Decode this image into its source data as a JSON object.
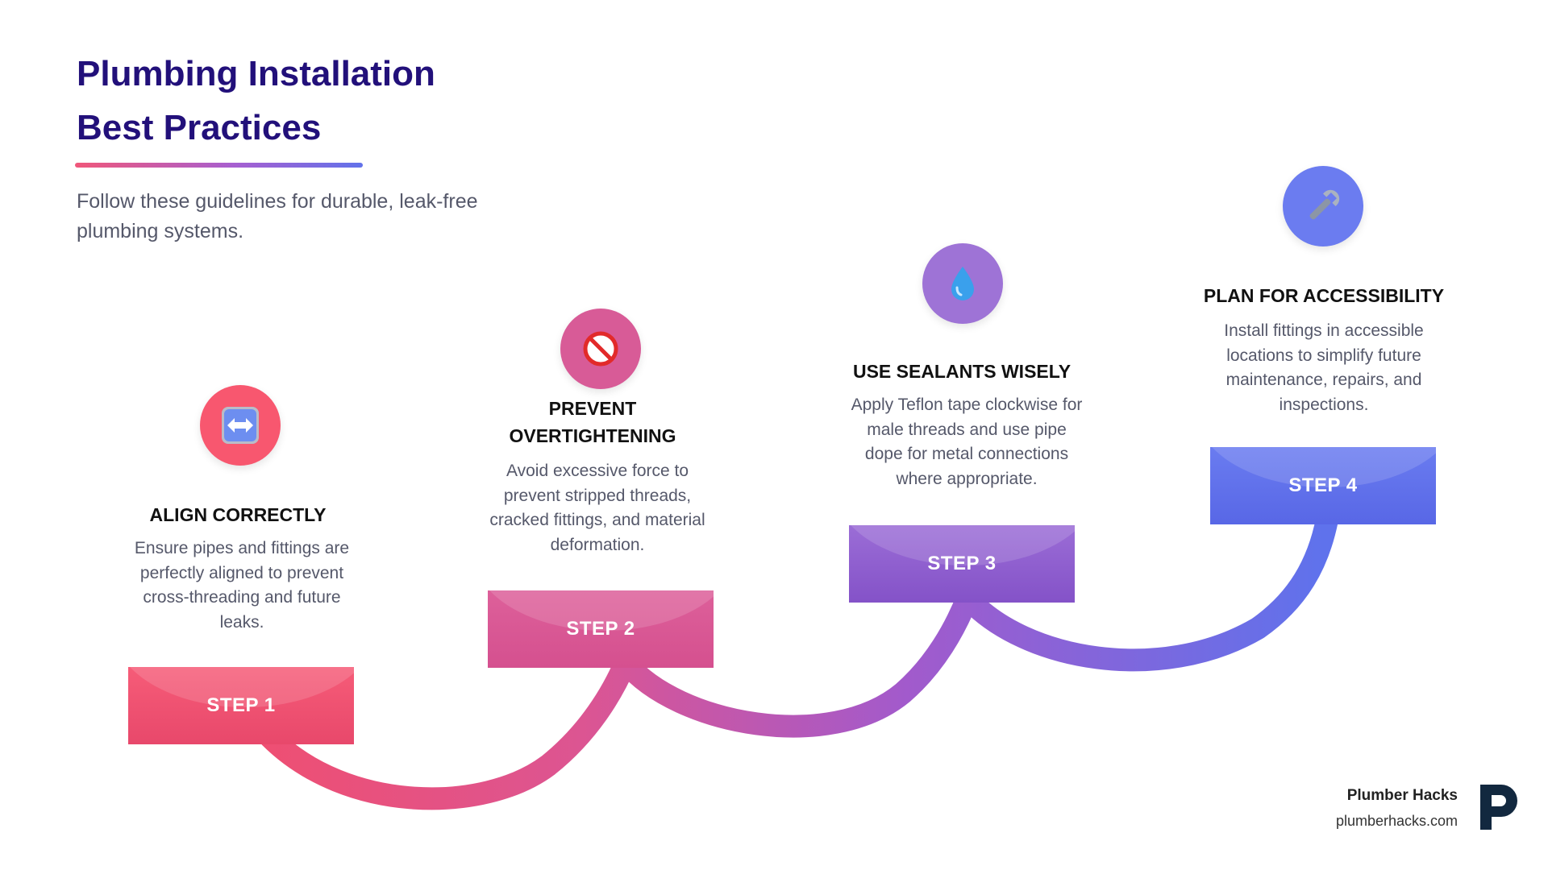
{
  "header": {
    "title_line1": "Plumbing Installation",
    "title_line2": "Best Practices",
    "subtitle": "Follow these guidelines for durable, leak-free plumbing systems."
  },
  "steps": [
    {
      "label": "STEP 1",
      "title": "ALIGN CORRECTLY",
      "description": "Ensure pipes and fittings are perfectly aligned to prevent cross-threading and future leaks.",
      "icon": "left-right-arrow-icon",
      "color": "#ec4d6e",
      "icon_bg": "#f8576f"
    },
    {
      "label": "STEP 2",
      "title": "PREVENT OVERTIGHTENING",
      "description": "Avoid excessive force to prevent stripped threads, cracked fittings, and material deformation.",
      "icon": "prohibited-icon",
      "color": "#d85596",
      "icon_bg": "#d85b97"
    },
    {
      "label": "STEP 3",
      "title": "USE SEALANTS WISELY",
      "description": "Apply Teflon tape clockwise for male threads and use pipe dope for metal connections where appropriate.",
      "icon": "water-droplet-icon",
      "color": "#8c5ccf",
      "icon_bg": "#9e73d6"
    },
    {
      "label": "STEP 4",
      "title": "PLAN FOR ACCESSIBILITY",
      "description": "Install fittings in accessible locations to simplify future maintenance, repairs, and inspections.",
      "icon": "wrench-icon",
      "color": "#5f70ea",
      "icon_bg": "#6b7cf0"
    }
  ],
  "brand": {
    "name": "Plumber Hacks",
    "url": "plumberhacks.com",
    "logo": "plumber-hacks-p-logo",
    "color": "#12283f"
  }
}
